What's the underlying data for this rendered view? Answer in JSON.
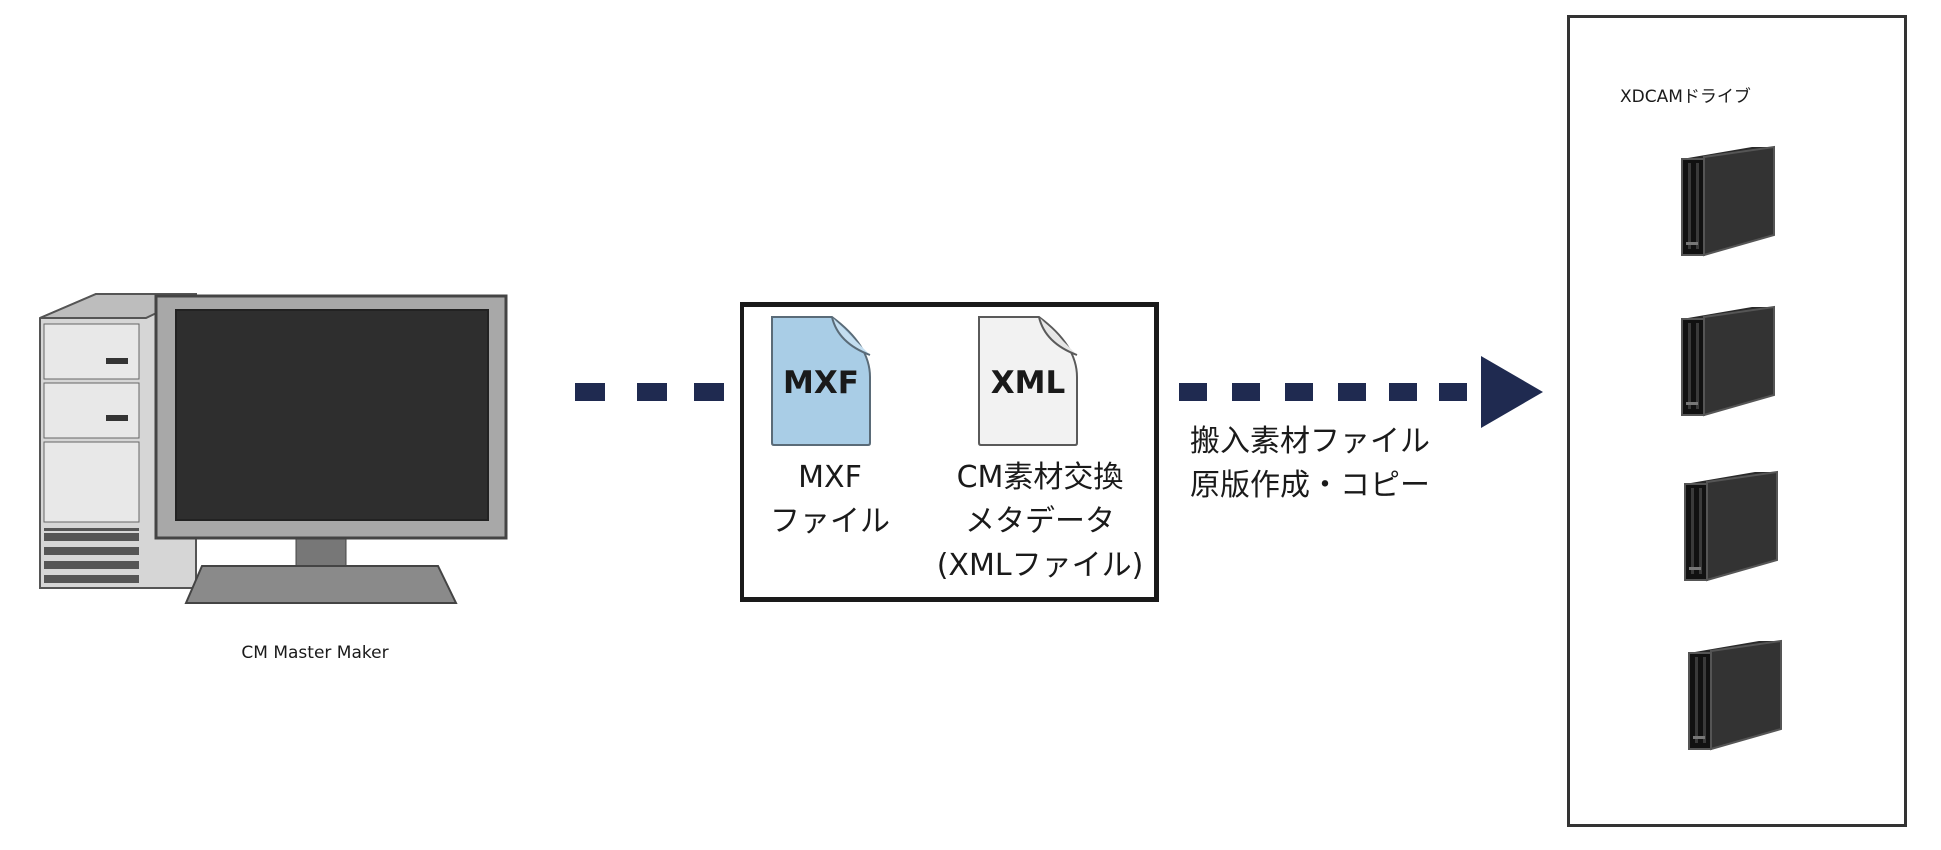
{
  "source": {
    "label": "CM Master Maker",
    "icon": "desktop-computer-icon"
  },
  "files_box": {
    "files": [
      {
        "icon_text": "MXF",
        "label_lines": [
          "MXF",
          "ファイル"
        ],
        "color": "#a9cde6"
      },
      {
        "icon_text": "XML",
        "label_lines": [
          "CM素材交換",
          "メタデータ",
          "(XMLファイル)"
        ],
        "color": "#f2f2f2"
      }
    ]
  },
  "transfer": {
    "label_lines": [
      "搬入素材ファイル",
      "原版作成・コピー"
    ],
    "arrow_color": "#1f2a50"
  },
  "destination": {
    "title": "XDCAMドライブ",
    "drive_count": 4
  }
}
